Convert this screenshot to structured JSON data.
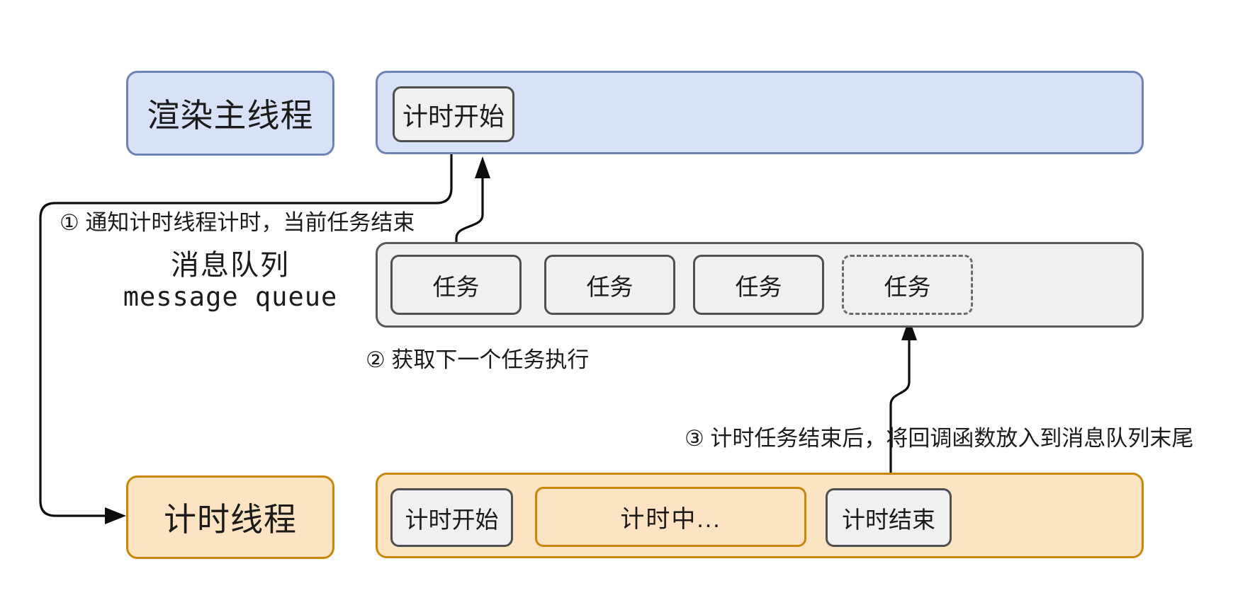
{
  "diagram_title": "setTimeout timer thread and message queue flow",
  "colors": {
    "blue_fill": "#d8e2f6",
    "blue_border": "#6b83b8",
    "gray_fill": "#f0f0f0",
    "gray_border": "#545454",
    "orange_fill": "#fce3c2",
    "orange_border": "#c8870b",
    "arrow": "#0d0d0d",
    "text": "#1b1b1b"
  },
  "rows": {
    "render_thread": {
      "label": "渲染主线程",
      "task": "计时开始"
    },
    "message_queue": {
      "label_cn": "消息队列",
      "label_en": "message queue",
      "tasks": [
        "任务",
        "任务",
        "任务"
      ],
      "pending_task": "任务"
    },
    "timer_thread": {
      "label": "计时线程",
      "task_start": "计时开始",
      "task_running": "计时中...",
      "task_end": "计时结束"
    }
  },
  "annotations": {
    "step1": "① 通知计时线程计时，当前任务结束",
    "step2": "② 获取下一个任务执行",
    "step3": "③ 计时任务结束后，将回调函数放入到消息队列末尾"
  }
}
